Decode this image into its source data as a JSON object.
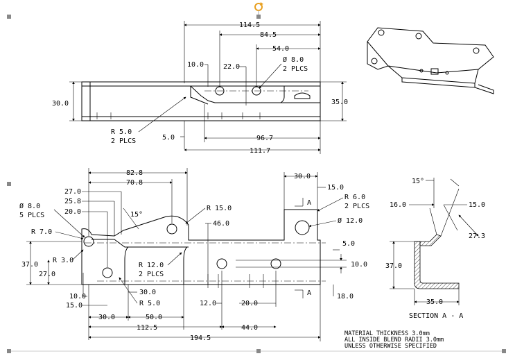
{
  "top_view": {
    "dims": {
      "overall": "114.5",
      "hole_to_edge": "84.5",
      "hole2": "54.0",
      "left_offset": "10.0",
      "hole_spacing": "22.0",
      "hole_dia": "Ø 8.0",
      "hole_qty": "2 PLCS",
      "height_left": "30.0",
      "height_right": "35.0",
      "radius": "R 5.0",
      "radius_qty": "2 PLCS",
      "gap": "5.0",
      "base_len": "96.7",
      "total_len": "111.7"
    }
  },
  "front_view": {
    "dims": {
      "d82_8": "82.8",
      "d70_8": "70.8",
      "d27_0": "27.0",
      "d25_8": "25.8",
      "d20_0": "20.0",
      "hole_dia": "Ø 8.0",
      "hole_qty": "5 PLCS",
      "r7": "R 7.0",
      "angle15": "15°",
      "r15": "R 15.0",
      "d46": "46.0",
      "d30_top": "30.0",
      "d15_top": "15.0",
      "r6": "R 6.0",
      "r6_qty": "2 PLCS",
      "d12": "Ø 12.0",
      "section_a1": "A",
      "section_a2": "A",
      "d37": "37.0",
      "d27_left": "27.0",
      "r3": "R 3.0",
      "r12": "R 12.0",
      "r12_qty": "2 PLCS",
      "d5": "5.0",
      "d10_right": "10.0",
      "d10_left": "10.0",
      "d15_left": "15.0",
      "d30_mid": "30.0",
      "r5": "R 5.0",
      "d12_bot": "12.0",
      "d20_bot": "20.0",
      "d18": "18.0",
      "d30_bot": "30.0",
      "d50": "50.0",
      "d112_5": "112.5",
      "d44": "44.0",
      "d194_5": "194.5"
    }
  },
  "section_view": {
    "angle": "15°",
    "d16": "16.0",
    "d15": "15.0",
    "d27_3": "27.3",
    "d37": "37.0",
    "d35": "35.0",
    "title": "SECTION A - A"
  },
  "notes": {
    "line1": "MATERIAL THICKNESS 3.0mm",
    "line2": "ALL INSIDE BLEND RADII 3.0mm",
    "line3": "UNLESS OTHERWISE SPECIFIED"
  },
  "colors": {
    "rotate_handle": "#e8a020",
    "selection_handle": "#888888"
  }
}
